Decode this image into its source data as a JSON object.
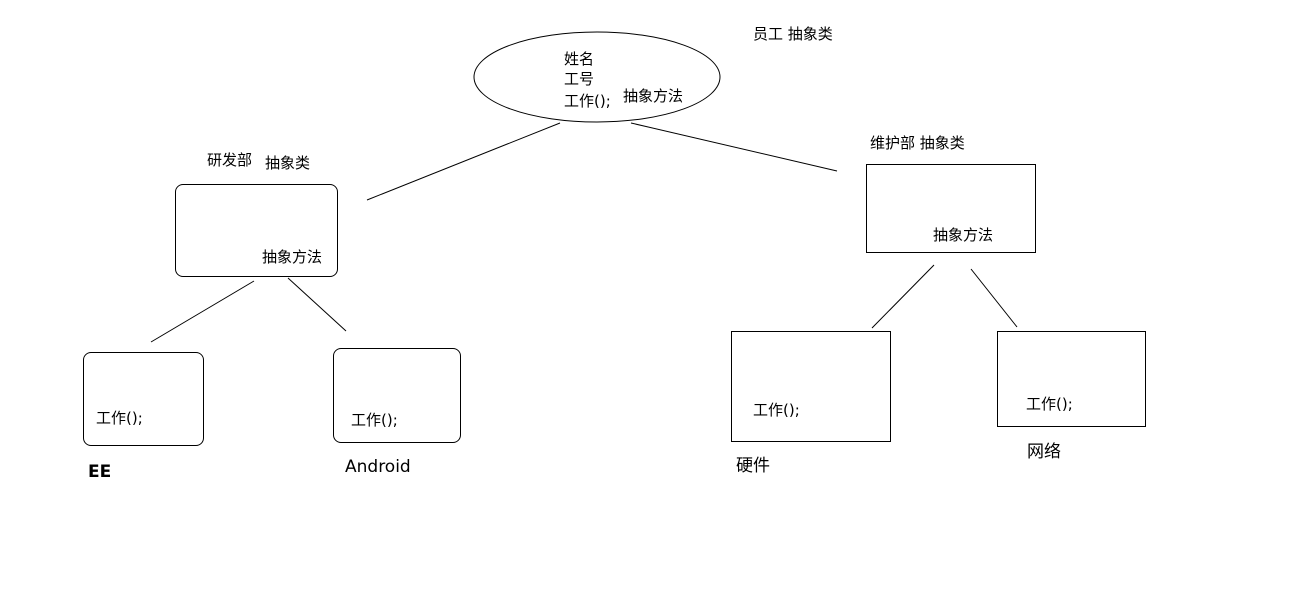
{
  "root": {
    "tag": "员工  抽象类",
    "fields": [
      "姓名",
      "工号",
      "工作();"
    ],
    "method_note": "抽象方法"
  },
  "rd": {
    "title": "研发部",
    "tag": "抽象类",
    "method_note": "抽象方法",
    "children": [
      {
        "method": "工作();",
        "caption": "EE"
      },
      {
        "method": "工作();",
        "caption": "Android"
      }
    ]
  },
  "maint": {
    "title": "维护部 抽象类",
    "method_note": "抽象方法",
    "children": [
      {
        "method": "工作();",
        "caption": "硬件"
      },
      {
        "method": "工作();",
        "caption": "网络"
      }
    ]
  }
}
